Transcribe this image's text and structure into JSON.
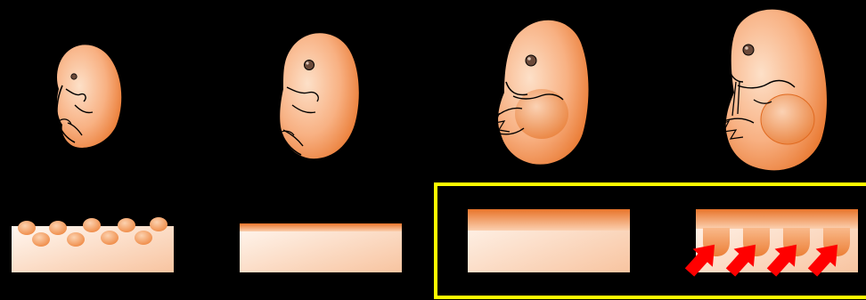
{
  "colors": {
    "background": "#000000",
    "embryo_light": "#fde0c8",
    "embryo_dark": "#e8742a",
    "outline": "#000000",
    "eye": "#6b4a3a",
    "tissue_light": "#fff5ee",
    "tissue_dark": "#f7b48a",
    "placode": "#f39a55",
    "highlight_box": "#ffff00",
    "arrow": "#ff0000"
  },
  "stages": [
    {
      "id": "stage-1",
      "embryo_icon": "embryo-early-icon",
      "tissue": "skin-with-bumps"
    },
    {
      "id": "stage-2",
      "embryo_icon": "embryo-mid-icon",
      "tissue": "skin-thin-layer"
    },
    {
      "id": "stage-3",
      "embryo_icon": "embryo-late-icon",
      "tissue": "skin-thick-layer"
    },
    {
      "id": "stage-4",
      "embryo_icon": "embryo-fetal-icon",
      "tissue": "skin-with-placodes"
    }
  ],
  "highlight": {
    "covers": [
      "stage-3",
      "stage-4"
    ]
  },
  "arrows": {
    "count": 4,
    "target": "placodes"
  }
}
